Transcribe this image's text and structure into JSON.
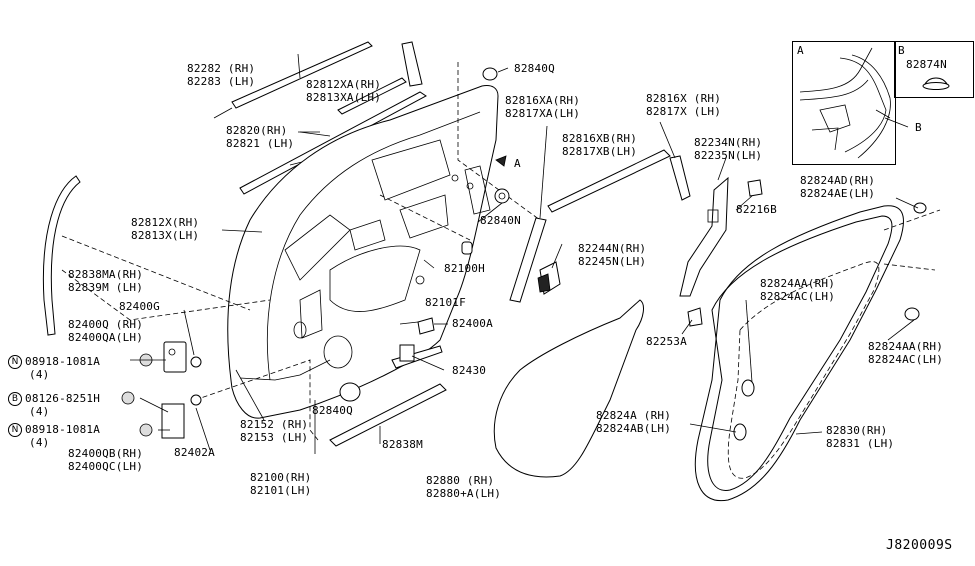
{
  "diagram_code": "J820009S",
  "inset_a": {
    "letter": "A",
    "callout": "B"
  },
  "inset_b": {
    "letter": "B",
    "part": "82874N"
  },
  "labels": {
    "l82282": {
      "line1": "82282 (RH)",
      "line2": "82283 (LH)"
    },
    "l82812XA": {
      "line1": "82812XA(RH)",
      "line2": "82813XA(LH)"
    },
    "l82840Q_top": {
      "line1": "82840Q"
    },
    "l82820": {
      "line1": "82820(RH)",
      "line2": "82821 (LH)"
    },
    "l82816XA": {
      "line1": "82816XA(RH)",
      "line2": "82817XA(LH)"
    },
    "l82816X": {
      "line1": "82816X (RH)",
      "line2": "82817X (LH)"
    },
    "l82816XB": {
      "line1": "82816XB(RH)",
      "line2": "82817XB(LH)"
    },
    "l82234N": {
      "line1": "82234N(RH)",
      "line2": "82235N(LH)"
    },
    "arrow_a": {
      "line1": "A"
    },
    "l82216B": {
      "line1": "82216B"
    },
    "l82824AD": {
      "line1": "82824AD(RH)",
      "line2": "82824AE(LH)"
    },
    "l82812X": {
      "line1": "82812X(RH)",
      "line2": "82813X(LH)"
    },
    "l82840N": {
      "line1": "82840N"
    },
    "l82244N": {
      "line1": "82244N(RH)",
      "line2": "82245N(LH)"
    },
    "l82838MA": {
      "line1": "82838MA(RH)",
      "line2": "82839M (LH)"
    },
    "l82100H": {
      "line1": "82100H"
    },
    "l82824AA_mid": {
      "line1": "82824AA(RH)",
      "line2": "82824AC(LH)"
    },
    "l82400G": {
      "line1": "82400G"
    },
    "l82101F": {
      "line1": "82101F"
    },
    "l82400Q": {
      "line1": "82400Q (RH)",
      "line2": "82400QA(LH)"
    },
    "l82400A": {
      "line1": "82400A"
    },
    "l82253A": {
      "line1": "82253A"
    },
    "l82824AA_right": {
      "line1": "82824AA(RH)",
      "line2": "82824AC(LH)"
    },
    "l08918_1": {
      "line1": "08918-1081A",
      "line2": "(4)"
    },
    "l82430": {
      "line1": "82430"
    },
    "l08126": {
      "line1": "08126-8251H",
      "line2": "(4)"
    },
    "l82840Q_bottom": {
      "line1": "82840Q"
    },
    "l82824A": {
      "line1": "82824A (RH)",
      "line2": "82824AB(LH)"
    },
    "l82152": {
      "line1": "82152 (RH)",
      "line2": "82153 (LH)"
    },
    "l82830": {
      "line1": "82830(RH)",
      "line2": "82831 (LH)"
    },
    "l08918_2": {
      "line1": "08918-1081A",
      "line2": "(4)"
    },
    "l82838M": {
      "line1": "82838M"
    },
    "l82400QB": {
      "line1": "82400QB(RH)",
      "line2": "82400QC(LH)"
    },
    "l82402A": {
      "line1": "82402A"
    },
    "l82100": {
      "line1": "82100(RH)",
      "line2": "82101(LH)"
    },
    "l82880": {
      "line1": "82880 (RH)",
      "line2": "82880+A(LH)"
    }
  },
  "symbols": {
    "n1": "N",
    "b1": "B",
    "n2": "N"
  }
}
